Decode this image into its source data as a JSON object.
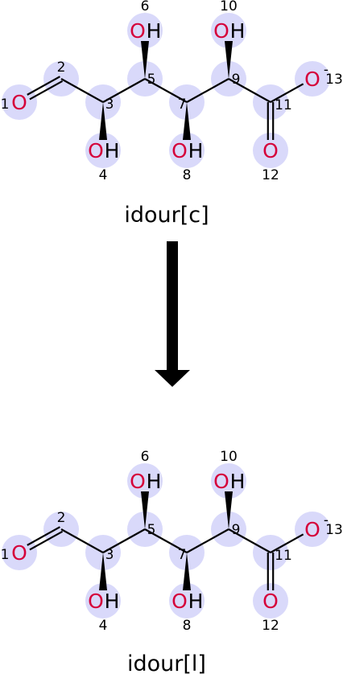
{
  "colors": {
    "highlight": "#d9d9fa",
    "oxygen": "#d5003a",
    "bond": "#000000",
    "text": "#000000"
  },
  "reactant": {
    "name": "idour[c]",
    "atoms": [
      {
        "id": "1",
        "element": "O",
        "suffix": "",
        "charge": ""
      },
      {
        "id": "2",
        "element": "",
        "suffix": "",
        "charge": ""
      },
      {
        "id": "3",
        "element": "",
        "suffix": "",
        "charge": ""
      },
      {
        "id": "4",
        "element": "O",
        "suffix": "H",
        "charge": ""
      },
      {
        "id": "5",
        "element": "",
        "suffix": "",
        "charge": ""
      },
      {
        "id": "6",
        "element": "O",
        "suffix": "H",
        "charge": ""
      },
      {
        "id": "7",
        "element": "",
        "suffix": "",
        "charge": ""
      },
      {
        "id": "8",
        "element": "O",
        "suffix": "H",
        "charge": ""
      },
      {
        "id": "9",
        "element": "",
        "suffix": "",
        "charge": ""
      },
      {
        "id": "10",
        "element": "O",
        "suffix": "H",
        "charge": ""
      },
      {
        "id": "11",
        "element": "",
        "suffix": "",
        "charge": ""
      },
      {
        "id": "12",
        "element": "O",
        "suffix": "",
        "charge": ""
      },
      {
        "id": "13",
        "element": "O",
        "suffix": "",
        "charge": "-"
      }
    ]
  },
  "product": {
    "name": "idour[l]",
    "atoms": [
      {
        "id": "1",
        "element": "O",
        "suffix": "",
        "charge": ""
      },
      {
        "id": "2",
        "element": "",
        "suffix": "",
        "charge": ""
      },
      {
        "id": "3",
        "element": "",
        "suffix": "",
        "charge": ""
      },
      {
        "id": "4",
        "element": "O",
        "suffix": "H",
        "charge": ""
      },
      {
        "id": "5",
        "element": "",
        "suffix": "",
        "charge": ""
      },
      {
        "id": "6",
        "element": "O",
        "suffix": "H",
        "charge": ""
      },
      {
        "id": "7",
        "element": "",
        "suffix": "",
        "charge": ""
      },
      {
        "id": "8",
        "element": "O",
        "suffix": "H",
        "charge": ""
      },
      {
        "id": "9",
        "element": "",
        "suffix": "",
        "charge": ""
      },
      {
        "id": "10",
        "element": "O",
        "suffix": "H",
        "charge": ""
      },
      {
        "id": "11",
        "element": "",
        "suffix": "",
        "charge": ""
      },
      {
        "id": "12",
        "element": "O",
        "suffix": "",
        "charge": ""
      },
      {
        "id": "13",
        "element": "O",
        "suffix": "",
        "charge": "-"
      }
    ]
  },
  "bonds": [
    {
      "from": "1",
      "to": "2",
      "order": 2,
      "style": "plain"
    },
    {
      "from": "2",
      "to": "3",
      "order": 1,
      "style": "plain"
    },
    {
      "from": "3",
      "to": "5",
      "order": 1,
      "style": "plain"
    },
    {
      "from": "5",
      "to": "7",
      "order": 1,
      "style": "plain"
    },
    {
      "from": "7",
      "to": "9",
      "order": 1,
      "style": "plain"
    },
    {
      "from": "9",
      "to": "11",
      "order": 1,
      "style": "plain"
    },
    {
      "from": "11",
      "to": "12",
      "order": 2,
      "style": "plain"
    },
    {
      "from": "11",
      "to": "13",
      "order": 1,
      "style": "plain"
    },
    {
      "from": "3",
      "to": "4",
      "order": 1,
      "style": "wedge"
    },
    {
      "from": "5",
      "to": "6",
      "order": 1,
      "style": "wedge"
    },
    {
      "from": "7",
      "to": "8",
      "order": 1,
      "style": "wedge"
    },
    {
      "from": "9",
      "to": "10",
      "order": 1,
      "style": "wedge"
    }
  ]
}
